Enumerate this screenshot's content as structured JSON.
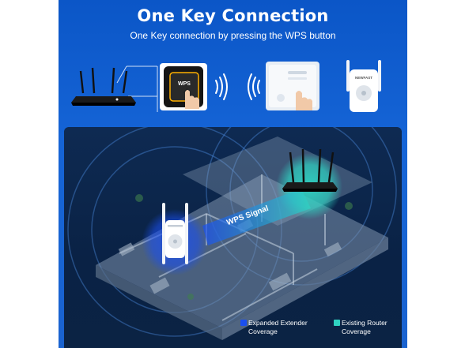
{
  "header": {
    "title": "One Key Connection",
    "subtitle": "One Key connection by pressing the WPS button"
  },
  "steps": {
    "wps_button_label": "WPS",
    "extender_brand": "NEWFAST"
  },
  "scene": {
    "signal_label": "WPS Signal"
  },
  "legend": {
    "extender_line1": "Expanded Extender",
    "extender_line2": "Coverage",
    "router_line1": "Existing Router",
    "router_line2": "Coverage"
  },
  "colors": {
    "background": "#1564d6",
    "extender_coverage": "#1a4ff0",
    "router_coverage": "#2fd3c2",
    "signal_band": "#3fb0ff"
  },
  "icons": [
    "router-icon",
    "hand-press-icon",
    "wifi-waves-icon",
    "extender-icon"
  ]
}
